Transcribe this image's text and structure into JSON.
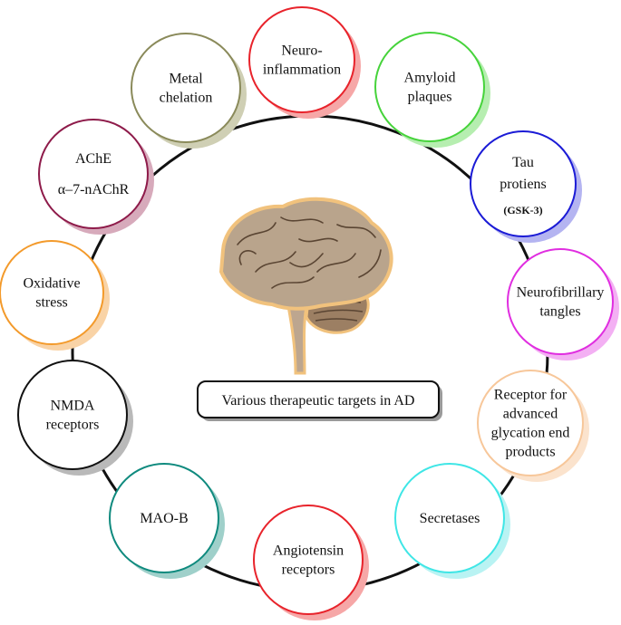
{
  "center": {
    "label": "Various therapeutic targets in AD",
    "icon": "brain-icon"
  },
  "targets": [
    {
      "id": "neuroinflammation",
      "lines": [
        "Neuro-",
        "inflammation"
      ],
      "color": "#e8232b",
      "shadow": "#f6a7a7"
    },
    {
      "id": "amyloid-plaques",
      "lines": [
        "Amyloid",
        "plaques"
      ],
      "color": "#46d33b",
      "shadow": "#b6eeb0"
    },
    {
      "id": "tau-proteins",
      "lines": [
        "Tau",
        "protiens"
      ],
      "subline": "(GSK-3)",
      "color": "#1b1bd6",
      "shadow": "#b4b4f1"
    },
    {
      "id": "neurofibrillary-tangles",
      "lines": [
        "Neurofibrillary",
        "tangles"
      ],
      "color": "#e02ee0",
      "shadow": "#f3b0f3"
    },
    {
      "id": "rage",
      "lines": [
        "Receptor for",
        "advanced",
        "glycation end",
        "products"
      ],
      "color": "#f7c79a",
      "shadow": "#fbe3cd"
    },
    {
      "id": "secretases",
      "lines": [
        "Secretases"
      ],
      "color": "#3fe6e6",
      "shadow": "#b9f3f3"
    },
    {
      "id": "angiotensin-receptors",
      "lines": [
        "Angiotensin",
        "receptors"
      ],
      "color": "#e8232b",
      "shadow": "#f6a7a7"
    },
    {
      "id": "mao-b",
      "lines": [
        "MAO-B"
      ],
      "color": "#0f8a7e",
      "shadow": "#9fd0ca"
    },
    {
      "id": "nmda-receptors",
      "lines": [
        "NMDA",
        "receptors"
      ],
      "color": "#111111",
      "shadow": "#b9b9b9"
    },
    {
      "id": "oxidative-stress",
      "lines": [
        "Oxidative",
        "stress"
      ],
      "color": "#f39a2b",
      "shadow": "#f9d3a6"
    },
    {
      "id": "ache",
      "lines": [
        "AChE",
        "α–7-nAChR"
      ],
      "color": "#8e1b4a",
      "shadow": "#d7aabb"
    },
    {
      "id": "metal-chelation",
      "lines": [
        "Metal",
        "chelation"
      ],
      "color": "#8a8a5a",
      "shadow": "#cfcfb4"
    }
  ]
}
